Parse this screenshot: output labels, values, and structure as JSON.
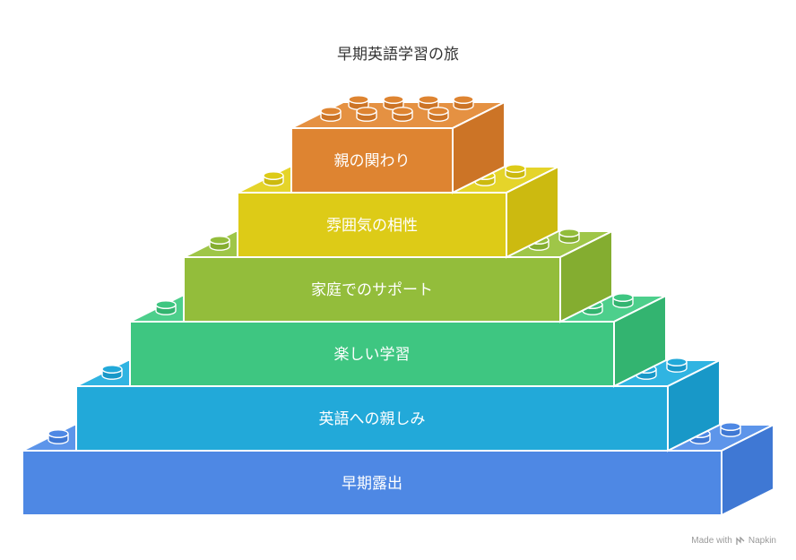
{
  "title": "早期英語学習の旅",
  "layers": [
    {
      "label": "早期露出",
      "color": "#4e88e4",
      "side": "#3f78d4",
      "top": "#5d95ea"
    },
    {
      "label": "英語への親しみ",
      "color": "#22a9d9",
      "side": "#1898c8",
      "top": "#30b4e2"
    },
    {
      "label": "楽しい学習",
      "color": "#3ec681",
      "side": "#33b470",
      "top": "#4dcf8c"
    },
    {
      "label": "家庭でのサポート",
      "color": "#93bd3b",
      "side": "#84ad30",
      "top": "#9fc648"
    },
    {
      "label": "雰囲気の相性",
      "color": "#ddcb17",
      "side": "#ccba10",
      "top": "#e5d42a"
    },
    {
      "label": "親の関わり",
      "color": "#de8431",
      "side": "#cc7426",
      "top": "#e59142"
    }
  ],
  "footer": {
    "made_with": "Made with",
    "brand": "Napkin",
    "icon": "napkin-logo-icon"
  }
}
